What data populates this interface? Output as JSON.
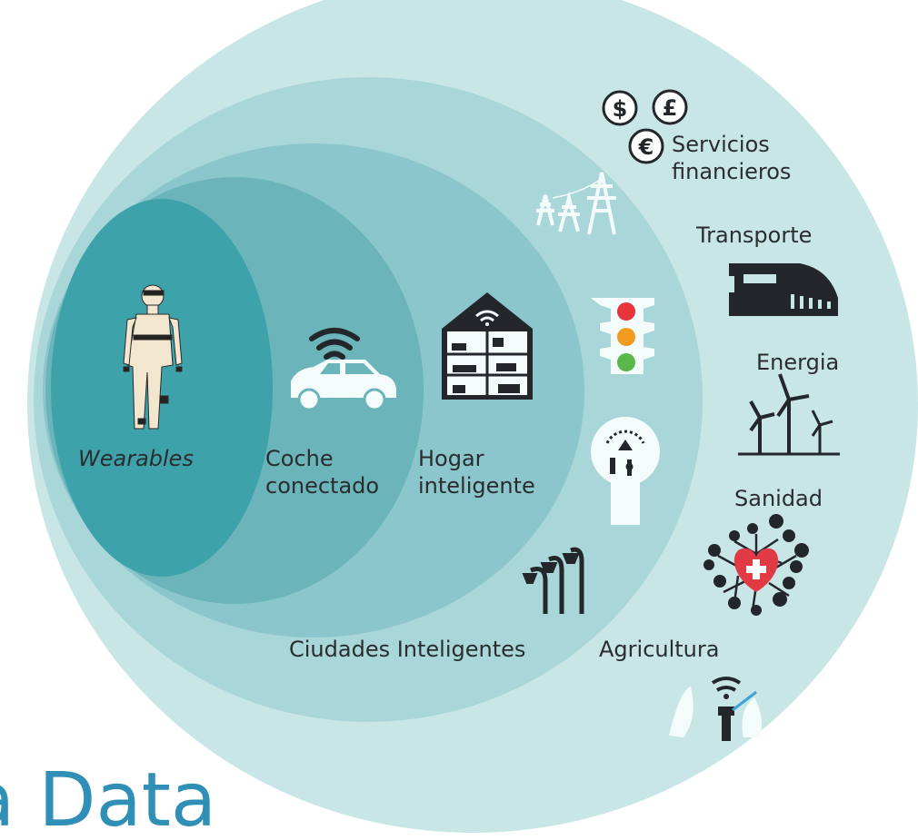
{
  "colors": {
    "outer_ring": "#c9e6e6",
    "ring_2": "#a9d6d9",
    "ring_3": "#8ac6cb",
    "ring_4": "#6ab4ba",
    "core": "#3ea2aa",
    "label_text": "#2a2d30",
    "title_text": "#2f8fb6",
    "icon_dark": "#23272b",
    "icon_light": "#f4fbfb",
    "heart": "#e13a44",
    "traffic_red": "#e8343b",
    "traffic_amber": "#f39a22",
    "traffic_green": "#5ab84a"
  },
  "labels": {
    "wearables": "Wearables",
    "coche": "Coche\nconectado",
    "hogar": "Hogar\ninteligente",
    "ciudades": "Ciudades Inteligentes",
    "agricultura": "Agricultura",
    "sanidad": "Sanidad",
    "energia": "Energia",
    "transporte": "Transporte",
    "servicios": "Servicios\nfinancieros"
  },
  "currency_symbols": [
    "$",
    "£",
    "€"
  ],
  "title_fragment": "a Data",
  "icons": [
    "human-body-icon",
    "connected-car-icon",
    "wifi-icon",
    "smart-home-icon",
    "power-pylons-icon",
    "traffic-light-icon",
    "parking-meter-icon",
    "street-lamps-icon",
    "agriculture-sensor-icon",
    "health-network-icon",
    "wind-turbines-icon",
    "train-icon",
    "currency-coins-icon"
  ]
}
